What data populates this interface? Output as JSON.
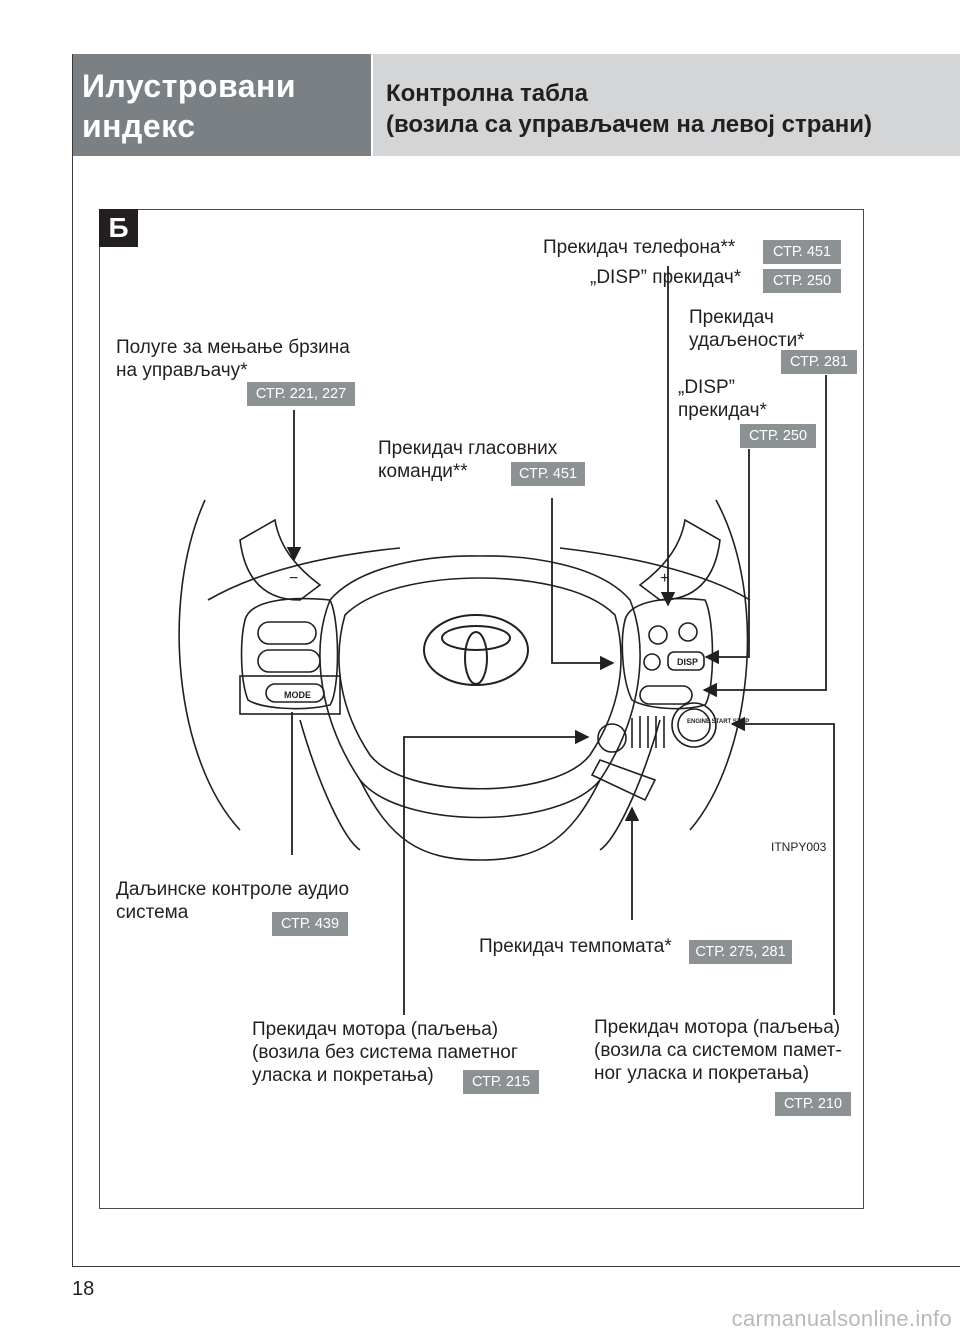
{
  "header": {
    "section_title_line1": "Илустровани",
    "section_title_line2": "индекс",
    "page_title_line1": "Контролна табла",
    "page_title_line2": "(возила са управљачем на левој страни)"
  },
  "panel_letter": "Б",
  "diagram_code": "ITNPY003",
  "labels": {
    "phone_switch": "Прекидач телефона**",
    "disp_switch_top": "„DISP” прекидач*",
    "distance_switch_line1": "Прекидач",
    "distance_switch_line2": "удаљености*",
    "paddle_line1": "Полуге за мењање брзина",
    "paddle_line2": "на управљачу*",
    "disp_switch_line1": "„DISP”",
    "disp_switch_line2": "прекидач*",
    "voice_line1": "Прекидач гласовних",
    "voice_line2": "команди**",
    "audio_line1": "Даљинске контроле аудио",
    "audio_line2": "система",
    "cruise": "Прекидач темпомата*",
    "engine_nosmart_line1": "Прекидач мотора (паљења)",
    "engine_nosmart_line2": "(возила без система паметног",
    "engine_nosmart_line3": "уласка и покретања)",
    "engine_smart_line1": "Прекидач мотора (паљења)",
    "engine_smart_line2": "(возила са системом памет-",
    "engine_smart_line3": "ног уласка и покретања)"
  },
  "refs": {
    "phone": "СТР. 451",
    "disp_top": "СТР. 250",
    "distance": "СТР. 281",
    "paddle": "СТР. 221, 227",
    "disp": "СТР. 250",
    "voice": "СТР. 451",
    "audio": "СТР. 439",
    "cruise": "СТР. 275, 281",
    "engine_nosmart": "СТР. 215",
    "engine_smart": "СТР. 210"
  },
  "wheel_text": {
    "mode": "MODE",
    "disp": "DISP",
    "start_stop": "ENGINE START STOP",
    "minus": "−",
    "plus": "+"
  },
  "footer": {
    "page_number": "18",
    "watermark": "carmanualsonline.info"
  },
  "colors": {
    "header_left_bg": "#7a8083",
    "header_right_bg": "#d3d5d6",
    "ref_badge_bg": "#8c9194",
    "text": "#231f20"
  }
}
